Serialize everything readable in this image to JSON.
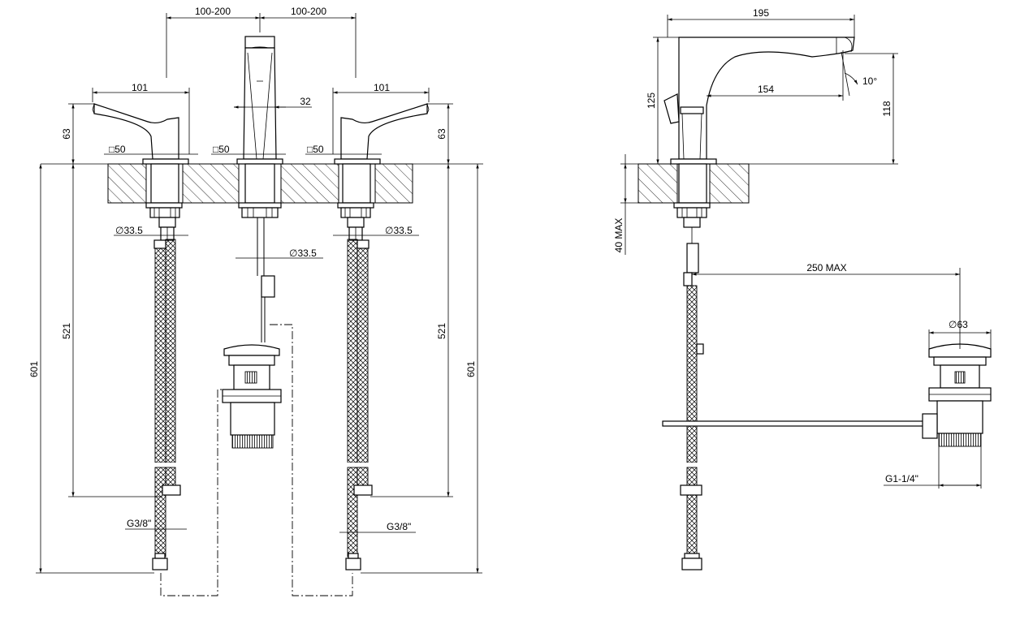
{
  "drawing": {
    "front_view": {
      "spacing_left": "100-200",
      "spacing_right": "100-200",
      "handle_width_left": "101",
      "handle_width_right": "101",
      "handle_height_left": "63",
      "handle_height_right": "63",
      "spout_width": "32",
      "base_square_left": "50",
      "base_square_center": "50",
      "base_square_right": "50",
      "shank_diameter_left": "33.5",
      "shank_diameter_center": "33.5",
      "shank_diameter_right": "33.5",
      "hose_length_left": "521",
      "hose_length_right": "521",
      "total_length_left": "601",
      "total_length_right": "601",
      "connection_left": "G3/8\"",
      "connection_right": "G3/8\""
    },
    "side_view": {
      "spout_reach": "195",
      "spout_projection": "154",
      "spout_angle": "10°",
      "spout_height": "125",
      "outlet_height": "118",
      "deck_thickness": "40 MAX",
      "rod_length": "250 MAX",
      "waste_diameter": "63",
      "waste_thread": "G1-1/4\""
    },
    "symbols": {
      "square": "□",
      "diameter": "∅"
    }
  }
}
